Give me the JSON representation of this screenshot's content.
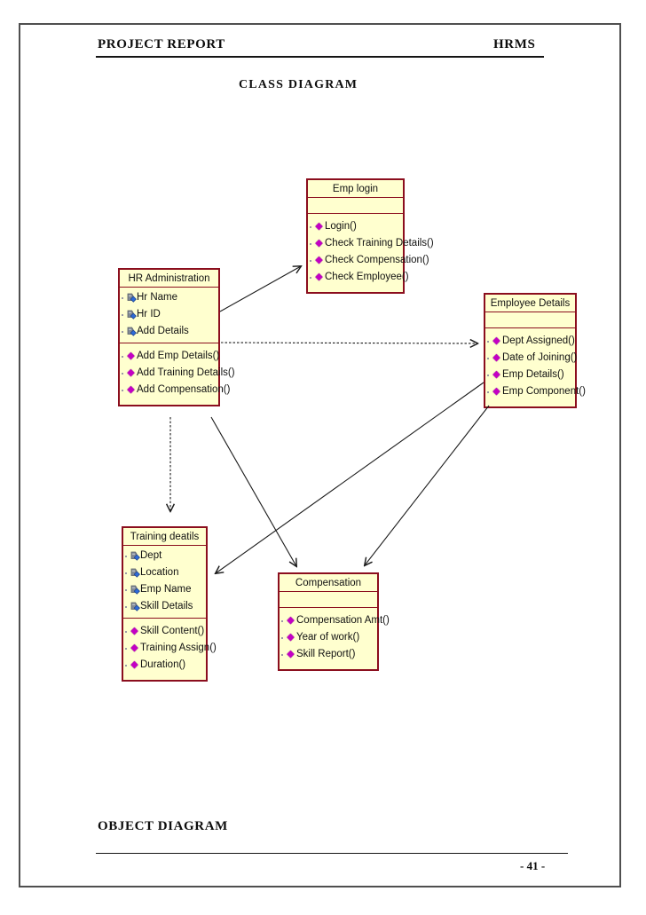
{
  "page": {
    "header": {
      "left": "PROJECT REPORT",
      "right": "HRMS"
    },
    "title": "CLASS DIAGRAM",
    "footer": {
      "heading": "OBJECT DIAGRAM",
      "page_number": "- 41 -"
    }
  },
  "diagram": {
    "classes": [
      {
        "name": "Emp login",
        "attributes": [],
        "methods": [
          "Login()",
          "Check Training Details()",
          "Check Compensation()",
          "Check Employee()"
        ]
      },
      {
        "name": "HR Administration",
        "attributes": [
          "Hr Name",
          "Hr ID",
          "Add Details"
        ],
        "methods": [
          "Add Emp Details()",
          "Add Training Details()",
          "Add Compensation()"
        ]
      },
      {
        "name": "Employee Details",
        "attributes": [],
        "methods": [
          "Dept Assigned()",
          "Date of Joining()",
          "Emp Details()",
          "Emp Component()"
        ]
      },
      {
        "name": "Training deatils",
        "attributes": [
          "Dept",
          "Location",
          "Emp Name",
          "Skill Details"
        ],
        "methods": [
          "Skill Content()",
          "Training Assign()",
          "Duration()"
        ]
      },
      {
        "name": "Compensation",
        "attributes": [],
        "methods": [
          "Compensation Amt()",
          "Year of work()",
          "Skill Report()"
        ]
      }
    ],
    "relations": [
      {
        "from": "HR Administration",
        "to": "Emp login",
        "style": "solid-arrow"
      },
      {
        "from": "HR Administration",
        "to": "Employee Details",
        "style": "dotted-arrow"
      },
      {
        "from": "HR Administration",
        "to": "Training deatils",
        "style": "dotted-arrow"
      },
      {
        "from": "HR Administration",
        "to": "Compensation",
        "style": "solid-arrow"
      },
      {
        "from": "Employee Details",
        "to": "Training deatils",
        "style": "solid-arrow"
      },
      {
        "from": "Employee Details",
        "to": "Compensation",
        "style": "solid-arrow"
      }
    ]
  },
  "icons": {
    "method_glyph": "◆",
    "attribute_icon": "attribute-stamp-with-blue-diamond"
  },
  "colors": {
    "class_fill": "#FFFFCF",
    "class_border": "#8B0E1E",
    "method_icon": "#C400C4",
    "attribute_icon_blue": "#2F6BD8",
    "attribute_icon_gray": "#828A96",
    "line": "#1A1A1A",
    "frame": "#4F4F4F"
  }
}
